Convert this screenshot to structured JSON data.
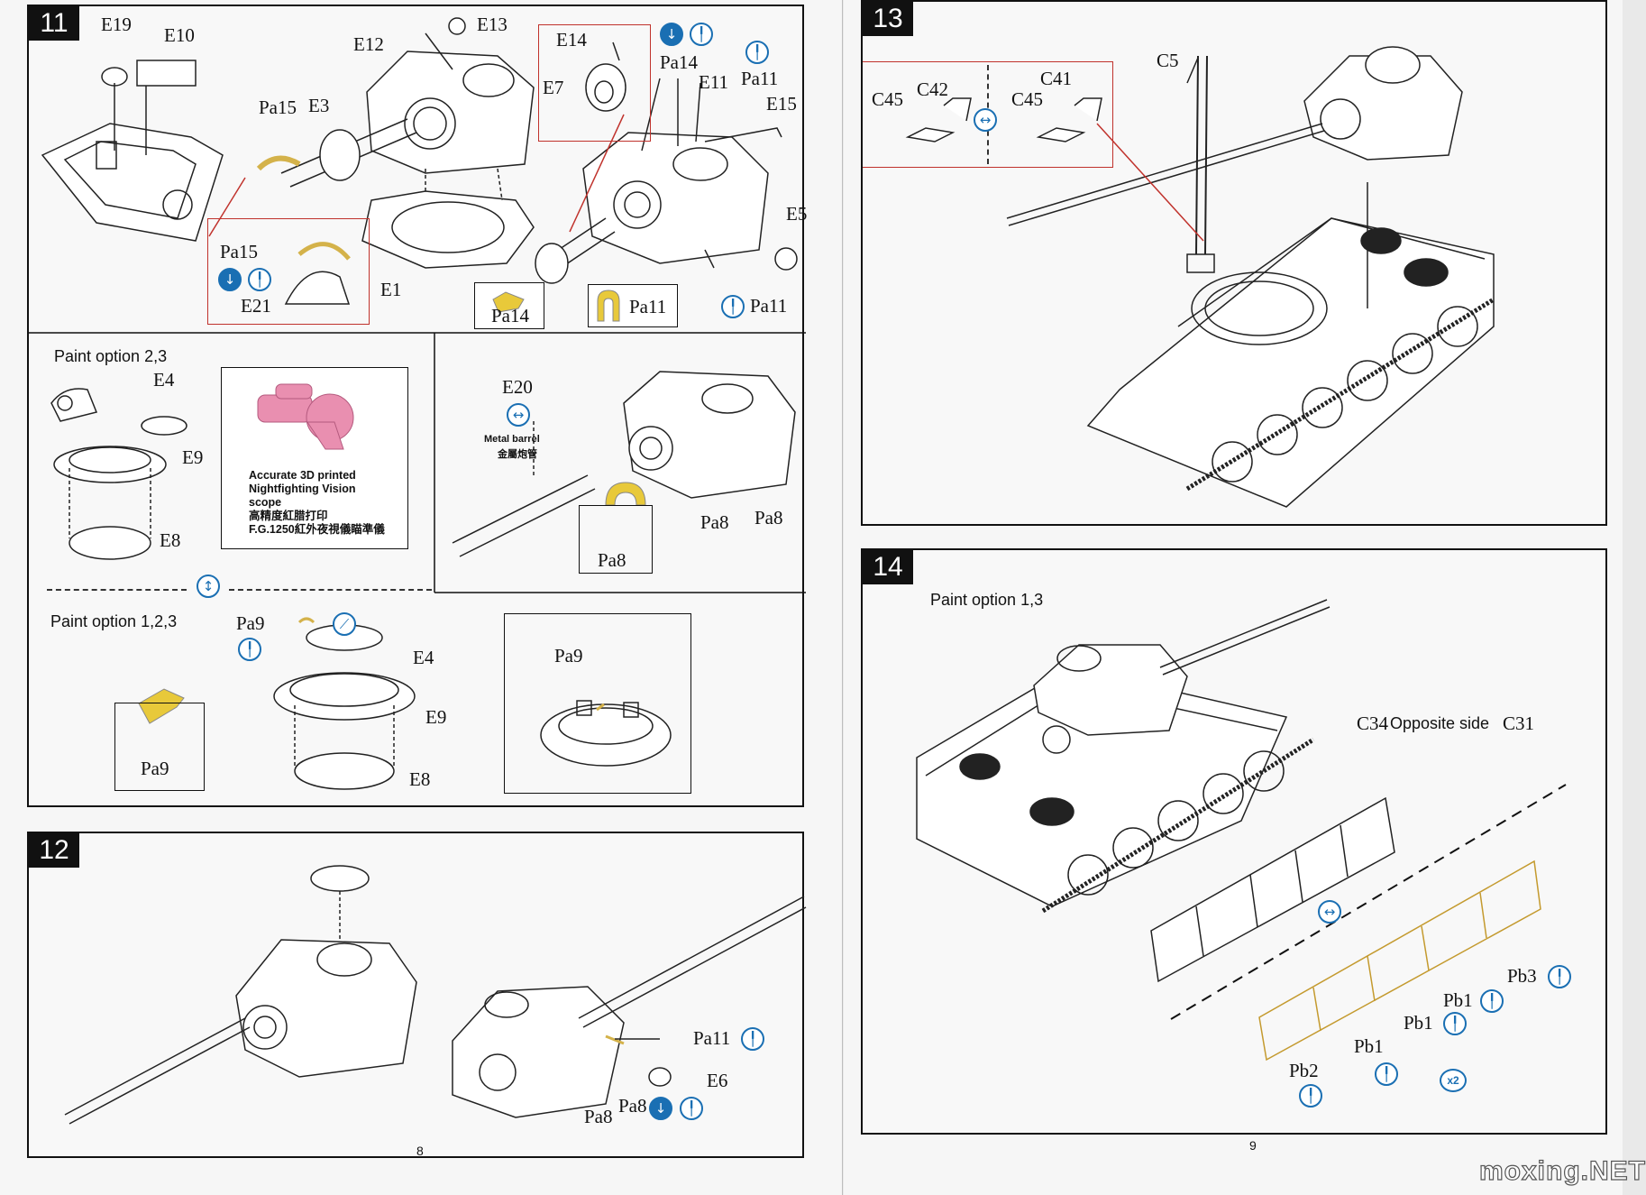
{
  "step11": {
    "number": "11",
    "labels": {
      "E19": "E19",
      "E10": "E10",
      "E12": "E12",
      "E13": "E13",
      "Pa15": "Pa15",
      "E3": "E3",
      "E14": "E14",
      "E7": "E7",
      "Pa14": "Pa14",
      "E11": "E11",
      "Pa11": "Pa11",
      "E15": "E15",
      "E5": "E5",
      "E1": "E1",
      "E21": "E21",
      "Pa15b": "Pa15",
      "Pa14chip": "Pa14",
      "Pa11chip": "Pa11",
      "Pa11b": "Pa11"
    },
    "paint_option_23": "Paint option 2,3",
    "E4": "E4",
    "E9": "E9",
    "E8": "E8",
    "scope_text": [
      "Accurate 3D printed",
      "Nightfighting Vision",
      "scope",
      "高精度紅腊打印",
      "F.G.1250紅外夜視儀瞄準儀"
    ],
    "E20": "E20",
    "metal_barrel": "Metal barrel",
    "metal_barrel_cn": "金屬炮管",
    "Pa8a": "Pa8",
    "Pa8b": "Pa8",
    "Pa8chip": "Pa8",
    "paint_option_123": "Paint option 1,2,3",
    "Pa9": "Pa9",
    "E4b": "E4",
    "E9b": "E9",
    "E8b": "E8",
    "Pa9chip": "Pa9",
    "Pa9detail": "Pa9"
  },
  "step12": {
    "number": "12",
    "Pa11": "Pa11",
    "E6": "E6",
    "Pa8a": "Pa8",
    "Pa8b": "Pa8"
  },
  "step13": {
    "number": "13",
    "C5": "C5",
    "C45a": "C45",
    "C42": "C42",
    "C45b": "C45",
    "C41": "C41"
  },
  "step14": {
    "number": "14",
    "paint_option": "Paint option 1,3",
    "C34": "C34",
    "opposite_side": "Opposite side",
    "C31": "C31",
    "Pb3": "Pb3",
    "Pb1a": "Pb1",
    "Pb1b": "Pb1",
    "Pb1c": "Pb1",
    "Pb2": "Pb2",
    "x2": "x2"
  },
  "page_numbers": {
    "left": "8",
    "right": "9"
  },
  "watermark": "moxing.NET",
  "colors": {
    "accent": "#1a6fb3",
    "red": "#c0322c",
    "photoetch": "#d4b24a",
    "chip": "#e8c93a",
    "scope": "#e98fb0"
  }
}
